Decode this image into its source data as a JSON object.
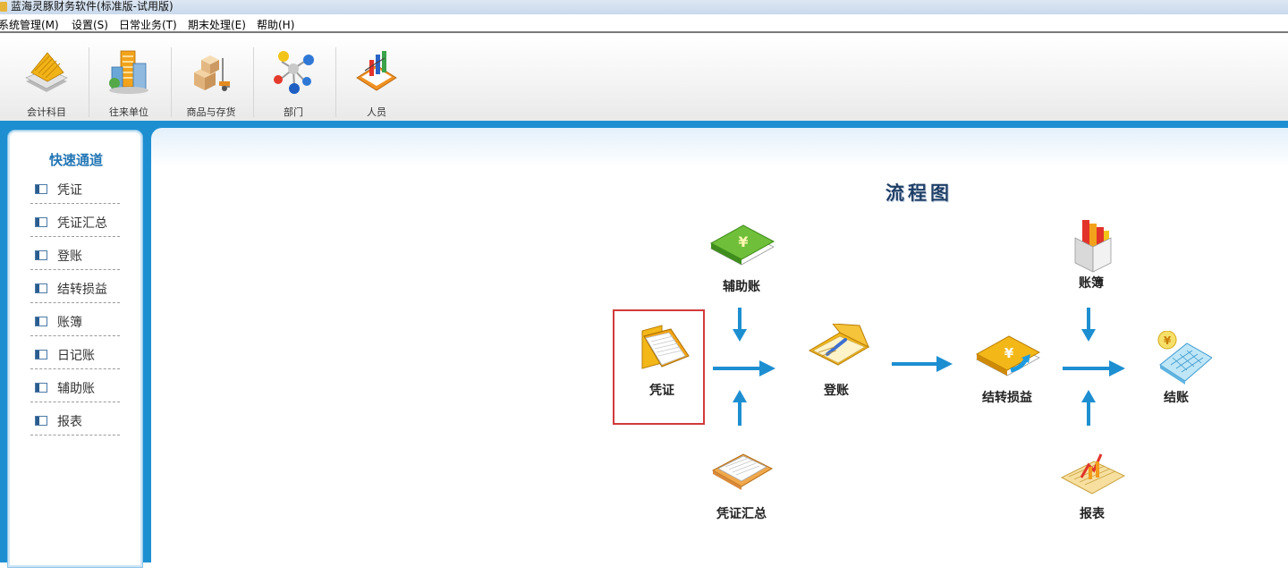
{
  "window": {
    "title": "蓝海灵豚财务软件(标准版-试用版)"
  },
  "menu": [
    "系统管理(M)",
    "设置(S)",
    "日常业务(T)",
    "期末处理(E)",
    "帮助(H)"
  ],
  "toolbar": [
    {
      "label": "会计科目",
      "icon": "account-subjects-icon"
    },
    {
      "label": "往来单位",
      "icon": "business-partners-icon"
    },
    {
      "label": "商品与存货",
      "icon": "goods-inventory-icon"
    },
    {
      "label": "部门",
      "icon": "departments-icon"
    },
    {
      "label": "人员",
      "icon": "personnel-icon"
    }
  ],
  "quick_panel": {
    "title": "快速通道",
    "items": [
      "凭证",
      "凭证汇总",
      "登账",
      "结转损益",
      "账簿",
      "日记账",
      "辅助账",
      "报表"
    ]
  },
  "flowchart": {
    "title": "流程图",
    "nodes": {
      "voucher": "凭证",
      "aux_ledger": "辅助账",
      "voucher_summary": "凭证汇总",
      "posting": "登账",
      "carry_forward": "结转损益",
      "ledger_books": "账簿",
      "reports": "报表",
      "closing": "结账"
    },
    "selected": "voucher"
  },
  "colors": {
    "accent_blue": "#1d8fd1",
    "highlight_red": "#d23a3a",
    "panel_title": "#2376b5"
  }
}
